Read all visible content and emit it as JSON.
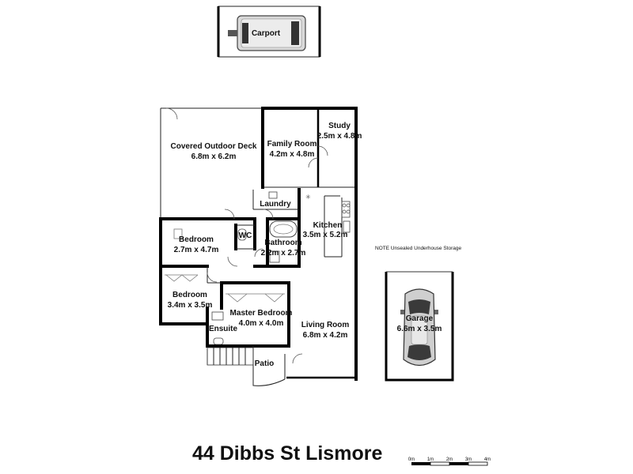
{
  "floorplan": {
    "address": "44 Dibbs St Lismore",
    "note": "NOTE Unsealed Underhouse Storage",
    "rooms": [
      {
        "key": "carport",
        "name": "Carport",
        "size": ""
      },
      {
        "key": "deck",
        "name": "Covered Outdoor Deck",
        "size": "6.8m x 6.2m"
      },
      {
        "key": "family",
        "name": "Family Room",
        "size": "4.2m x 4.8m"
      },
      {
        "key": "study",
        "name": "Study",
        "size": "2.5m x 4.8m"
      },
      {
        "key": "laundry",
        "name": "Laundry",
        "size": ""
      },
      {
        "key": "kitchen",
        "name": "Kitchen",
        "size": "3.5m x 5.2m"
      },
      {
        "key": "wc",
        "name": "WC",
        "size": ""
      },
      {
        "key": "bed1",
        "name": "Bedroom",
        "size": "2.7m x 4.7m"
      },
      {
        "key": "bath",
        "name": "Bathroom",
        "size": "2.2m x 2.7m"
      },
      {
        "key": "bed2",
        "name": "Bedroom",
        "size": "3.4m x 3.5m"
      },
      {
        "key": "master",
        "name": "Master Bedroom",
        "size": "4.0m x 4.0m"
      },
      {
        "key": "ensuite",
        "name": "Ensuite",
        "size": ""
      },
      {
        "key": "living",
        "name": "Living Room",
        "size": "6.8m x 4.2m"
      },
      {
        "key": "patio",
        "name": "Patio",
        "size": ""
      },
      {
        "key": "garage",
        "name": "Garage",
        "size": "6.6m x 3.5m"
      }
    ],
    "scale": {
      "ticks": [
        "0m",
        "1m",
        "2m",
        "3m",
        "4m"
      ]
    }
  }
}
